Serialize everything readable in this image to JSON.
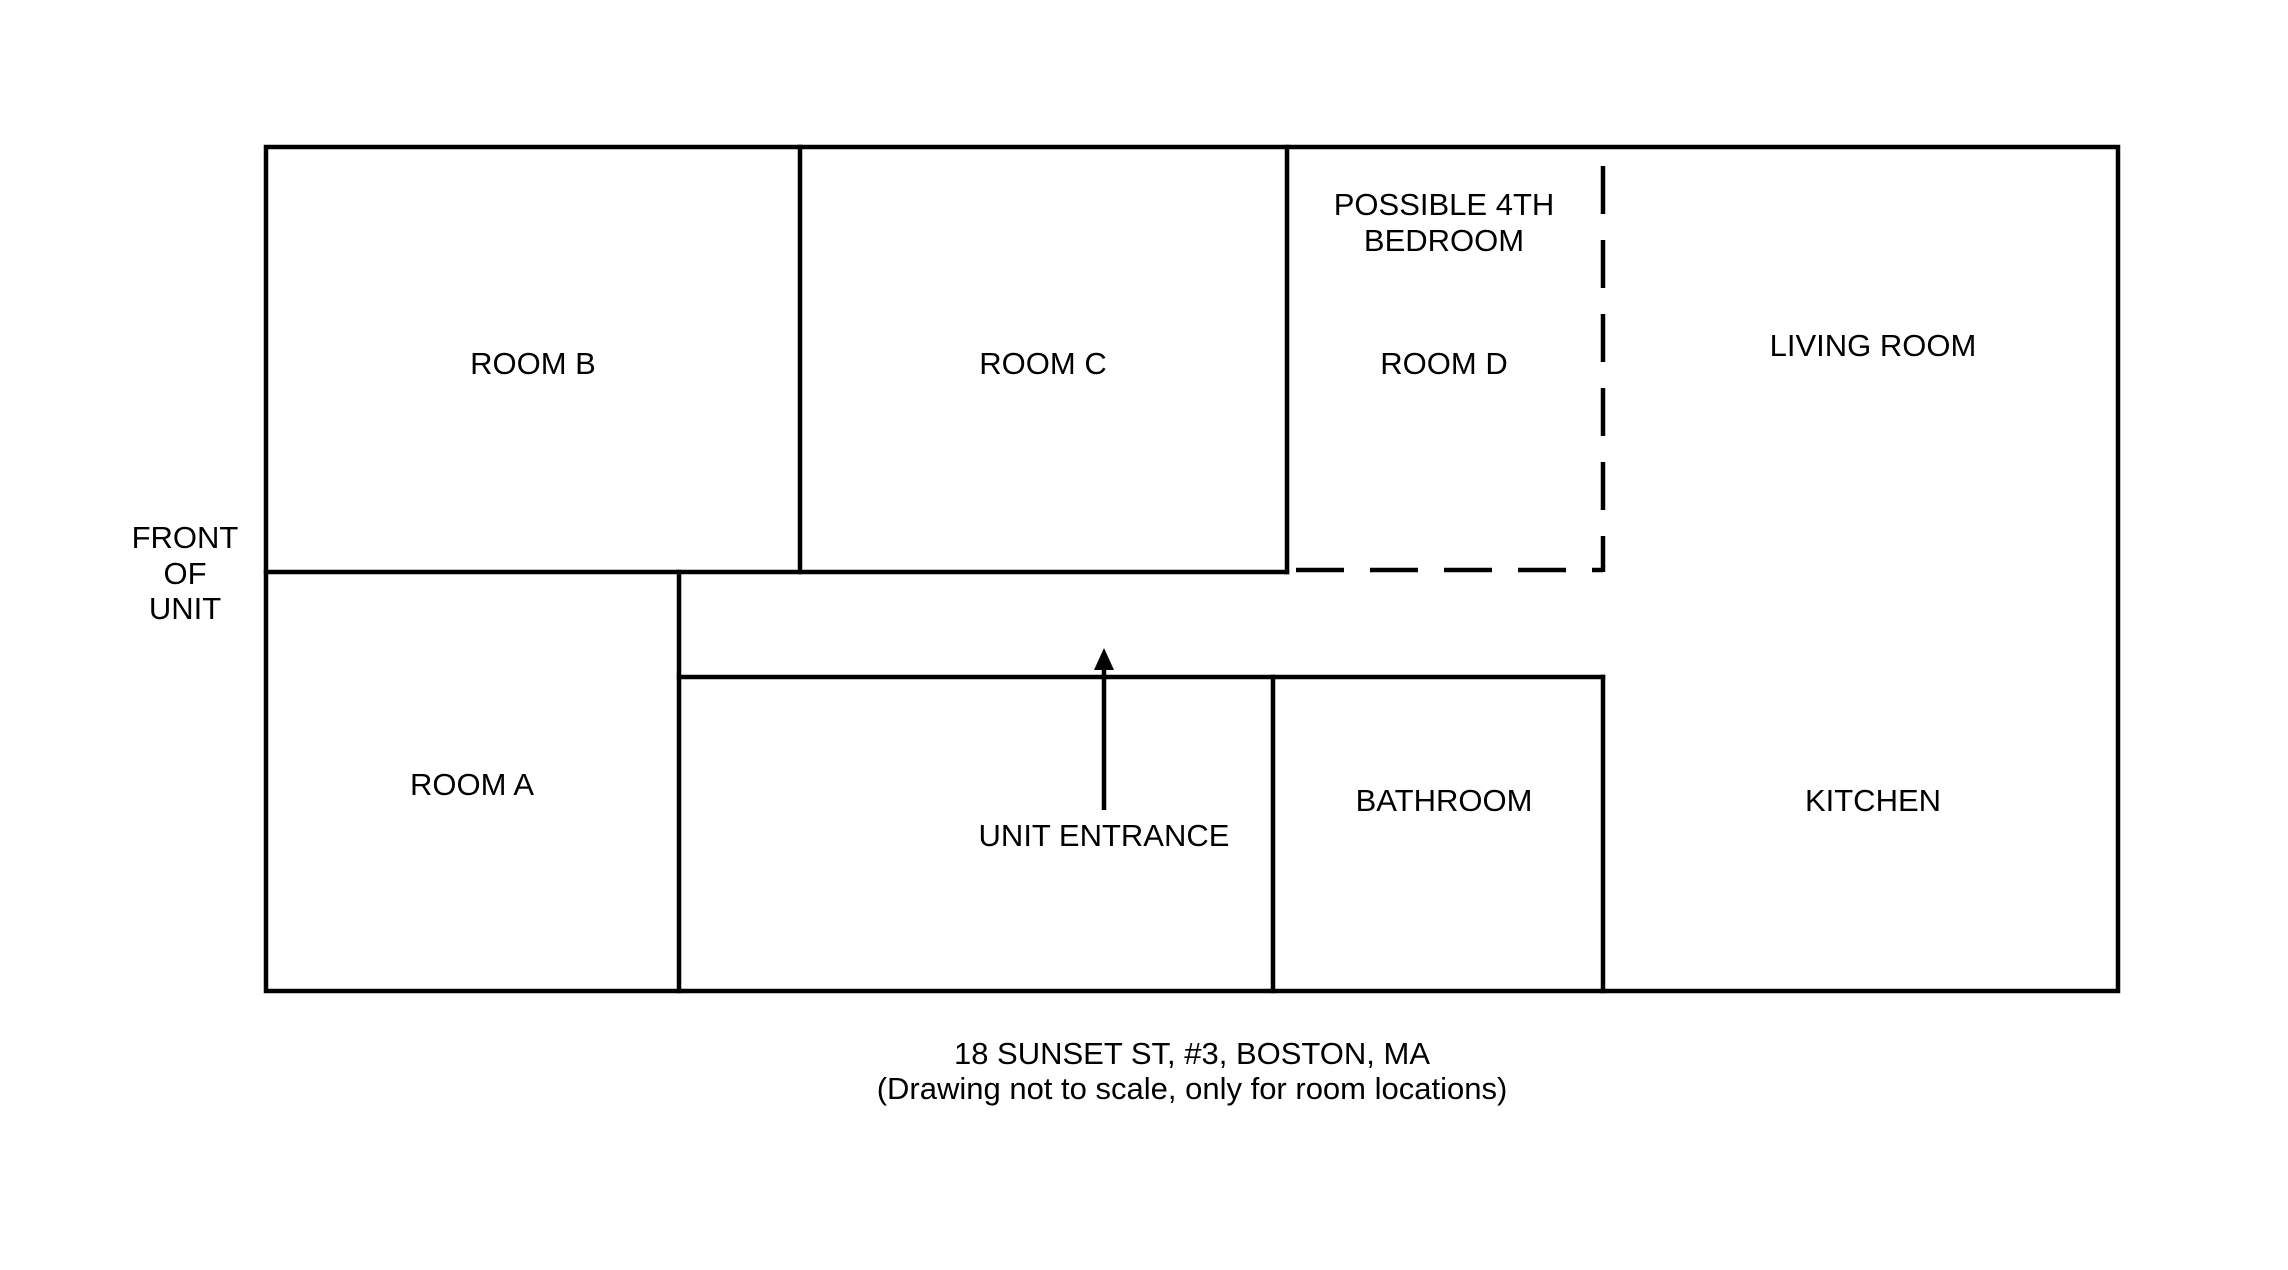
{
  "rooms": {
    "room_b": "ROOM B",
    "room_c": "ROOM C",
    "room_d_note_line1": "POSSIBLE 4TH",
    "room_d_note_line2": "BEDROOM",
    "room_d": "ROOM D",
    "living_room": "LIVING ROOM",
    "room_a": "ROOM A",
    "unit_entrance": "UNIT ENTRANCE",
    "bathroom": "BATHROOM",
    "kitchen": "KITCHEN"
  },
  "front_label": {
    "line1": "FRONT",
    "line2": "OF",
    "line3": "UNIT"
  },
  "caption": {
    "address": "18 SUNSET ST, #3, BOSTON, MA",
    "note": "(Drawing not to scale, only for room locations)"
  },
  "colors": {
    "line": "#000000",
    "background": "#ffffff"
  }
}
